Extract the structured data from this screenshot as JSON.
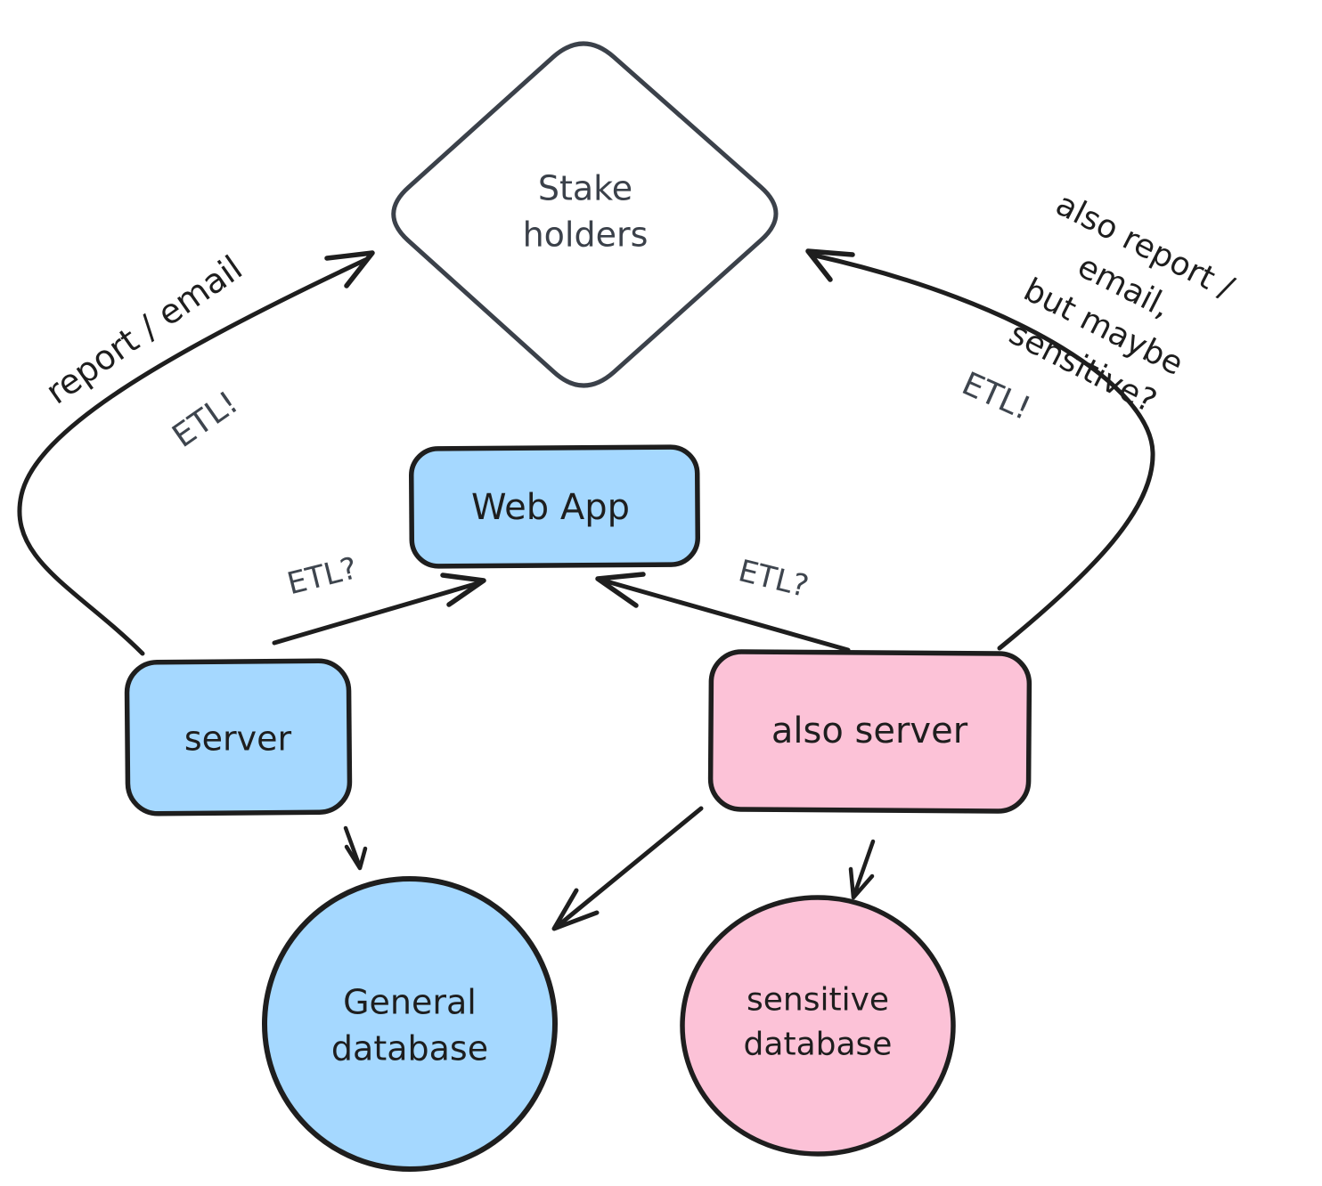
{
  "diagram_title": "",
  "colors": {
    "node_blue": "#a5d8ff",
    "node_pink": "#fcc2d7",
    "ink": "#1e1e1e",
    "slate_outline": "#3b414a",
    "label_gray": "#3e454e",
    "background": "#ffffff"
  },
  "nodes": {
    "stakeholders": {
      "label": "Stake\nholders",
      "shape": "diamond",
      "fill": "#ffffff"
    },
    "web_app": {
      "label": "Web App",
      "shape": "rectangle",
      "fill": "#a5d8ff"
    },
    "server": {
      "label": "server",
      "shape": "rectangle",
      "fill": "#a5d8ff"
    },
    "also_server": {
      "label": "also server",
      "shape": "rectangle",
      "fill": "#fcc2d7"
    },
    "general_db": {
      "label": "General\ndatabase",
      "shape": "ellipse",
      "fill": "#a5d8ff"
    },
    "sensitive_db": {
      "label": "sensitive\ndatabase",
      "shape": "ellipse",
      "fill": "#fcc2d7"
    }
  },
  "edges": [
    {
      "from": "server",
      "to": "stakeholders",
      "label": "report / email",
      "note": "ETL!"
    },
    {
      "from": "server",
      "to": "web_app",
      "label": "ETL?"
    },
    {
      "from": "also_server",
      "to": "web_app",
      "label": "ETL?"
    },
    {
      "from": "also_server",
      "to": "stakeholders",
      "label": "also report / email,\nbut maybe sensitive?",
      "note": "ETL!"
    },
    {
      "from": "server",
      "to": "general_db",
      "label": ""
    },
    {
      "from": "also_server",
      "to": "general_db",
      "label": ""
    },
    {
      "from": "also_server",
      "to": "sensitive_db",
      "label": ""
    }
  ]
}
